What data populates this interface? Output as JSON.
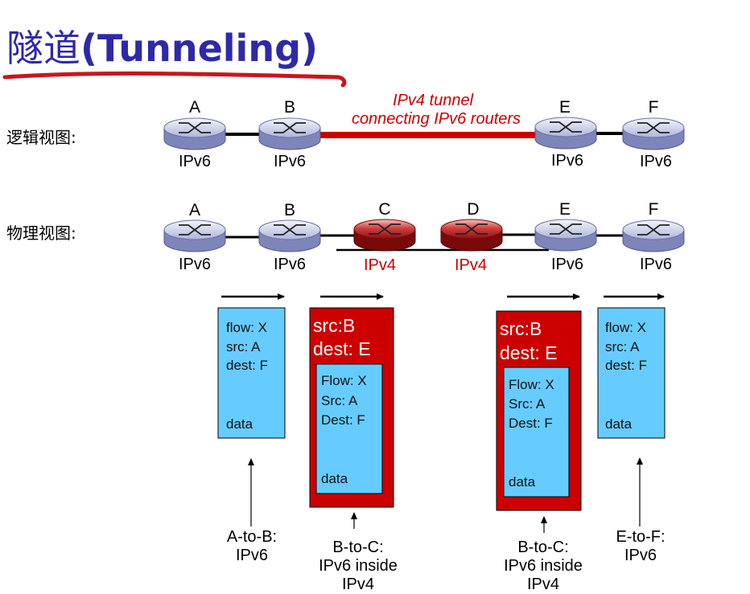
{
  "title": {
    "chinese": "隧道",
    "english": "(Tunneling)"
  },
  "logical_view": {
    "label": "逻辑视图:",
    "tunnel_label_line1": "IPv4 tunnel",
    "tunnel_label_line2": "connecting IPv6 routers",
    "nodes": [
      {
        "letter": "A",
        "type": "IPv6"
      },
      {
        "letter": "B",
        "type": "IPv6"
      },
      {
        "letter": "E",
        "type": "IPv6"
      },
      {
        "letter": "F",
        "type": "IPv6"
      }
    ]
  },
  "physical_view": {
    "label": "物理视图:",
    "nodes": [
      {
        "letter": "A",
        "type": "IPv6"
      },
      {
        "letter": "B",
        "type": "IPv6"
      },
      {
        "letter": "C",
        "type": "IPv4"
      },
      {
        "letter": "D",
        "type": "IPv4"
      },
      {
        "letter": "E",
        "type": "IPv6"
      },
      {
        "letter": "F",
        "type": "IPv6"
      }
    ]
  },
  "packets": [
    {
      "flow": "flow: X",
      "src": "src: A",
      "dest": "dest: F",
      "data": "data"
    },
    {
      "outer_src": "src:B",
      "outer_dest": "dest: E",
      "flow": "Flow: X",
      "src": "Src: A",
      "dest": "Dest: F",
      "data": "data"
    },
    {
      "outer_src": "src:B",
      "outer_dest": "dest: E",
      "flow": "Flow: X",
      "src": "Src: A",
      "dest": "Dest: F",
      "data": "data"
    },
    {
      "flow": "flow: X",
      "src": "src: A",
      "dest": "dest: F",
      "data": "data"
    }
  ],
  "captions": [
    {
      "line1": "A-to-B:",
      "line2": "IPv6"
    },
    {
      "line1": "B-to-C:",
      "line2": "IPv6 inside",
      "line3": "IPv4"
    },
    {
      "line1": "B-to-C:",
      "line2": "IPv6 inside",
      "line3": "IPv4"
    },
    {
      "line1": "E-to-F:",
      "line2": "IPv6"
    }
  ],
  "colors": {
    "title": "#2e2aa6",
    "ipv4_red": "#cc0000",
    "ipv6_router": "#d8dcf2",
    "packet_blue": "#66ccff",
    "tunnel_red": "#cc0000"
  }
}
